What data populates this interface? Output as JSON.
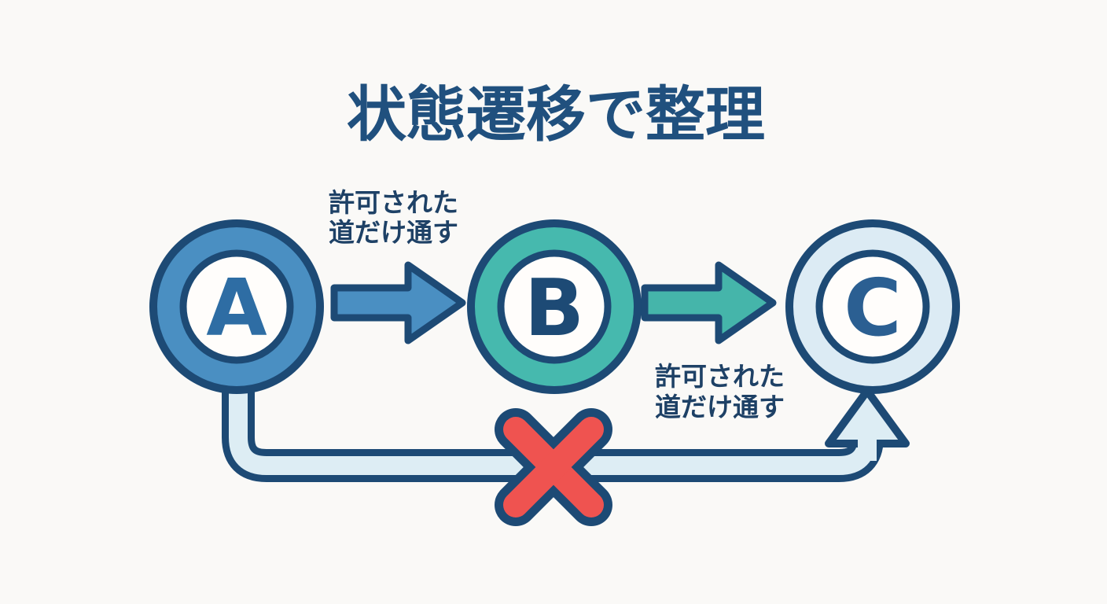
{
  "title": "状態遷移で整理",
  "colors": {
    "background": "#faf9f7",
    "outline_navy": "#1d4a75",
    "title_text": "#20507e",
    "label_text": "#1e4166",
    "node_a_ring": "#4a8fc2",
    "node_b_ring": "#46b9ae",
    "node_c_ring": "#dcebf4",
    "node_inner_fill": "#fffdfb",
    "arrow_ab": "#4a8fc2",
    "arrow_bc": "#45b5aa",
    "bypass_pipe_fill": "#ddedf4",
    "x_mark_red": "#ef5350"
  },
  "nodes": [
    {
      "id": "A",
      "label": "A",
      "label_color": "#2e6da4"
    },
    {
      "id": "B",
      "label": "B",
      "label_color": "#1d4a75"
    },
    {
      "id": "C",
      "label": "C",
      "label_color": "#2b5f92"
    }
  ],
  "edges": [
    {
      "from": "A",
      "to": "B",
      "type": "allowed",
      "label_line1": "許可された",
      "label_line2": "道だけ通す"
    },
    {
      "from": "B",
      "to": "C",
      "type": "allowed",
      "label_line1": "許可された",
      "label_line2": "道だけ通す"
    },
    {
      "from": "A",
      "to": "C",
      "type": "blocked",
      "marker": "x-mark"
    }
  ]
}
